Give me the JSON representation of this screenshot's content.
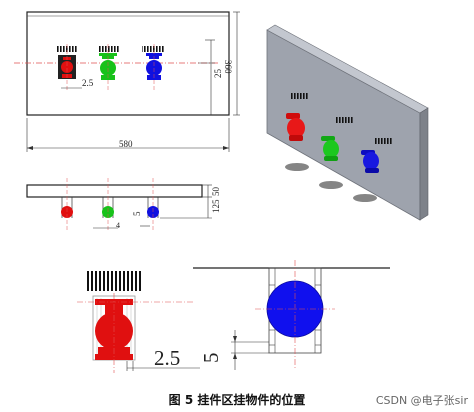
{
  "figure": {
    "caption": "图 5  挂件区挂物件的位置",
    "watermark": "CSDN @电子张sir"
  },
  "front_view": {
    "dim_width": "580",
    "dim_height": "360",
    "dim_offset_x": "2.5",
    "dim_offset_y": "25"
  },
  "side_view": {
    "dim_thickness": "50",
    "dim_hang": "125",
    "dim_small": "5",
    "dim_small2": "4"
  },
  "detail": {
    "dim_offset": "2.5",
    "dim_gap": "5"
  },
  "colors": {
    "red": "#e01010",
    "green": "#18c21a",
    "blue": "#1010e0",
    "board": "#9ea3ad"
  }
}
